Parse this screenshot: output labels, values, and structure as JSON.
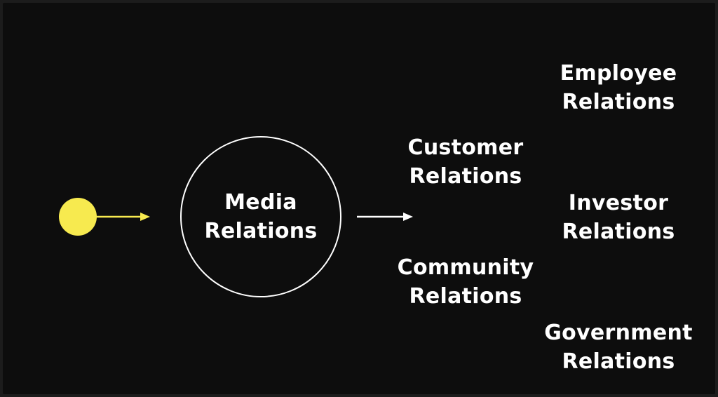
{
  "colors": {
    "background": "#0d0d0d",
    "accent_yellow": "#f7ea4f",
    "foreground": "#ffffff"
  },
  "center": {
    "line1": "Media",
    "line2": "Relations"
  },
  "middle_column": [
    {
      "line1": "Customer",
      "line2": "Relations"
    },
    {
      "line1": "Community",
      "line2": "Relations"
    }
  ],
  "right_column": [
    {
      "line1": "Employee",
      "line2": "Relations"
    },
    {
      "line1": "Investor",
      "line2": "Relations"
    },
    {
      "line1": "Government",
      "line2": "Relations"
    }
  ]
}
